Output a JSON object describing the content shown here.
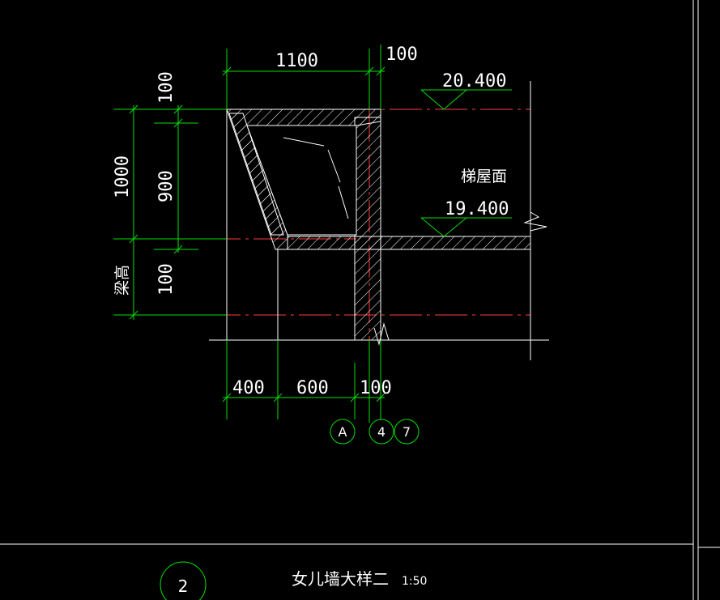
{
  "dimensions": {
    "top_width": "1100",
    "top_right": "100",
    "left_overall": "1000",
    "left_cap": "100",
    "left_inner": "900",
    "left_lower": "100",
    "beam_label": "梁高",
    "bottom_1": "400",
    "bottom_2": "600",
    "bottom_3": "100"
  },
  "elevations": {
    "upper": "20.400",
    "lower": "19.400"
  },
  "labels": {
    "roof": "梯屋面"
  },
  "axes": [
    "A",
    "4",
    "7"
  ],
  "title": {
    "number": "2",
    "text": "女儿墙大样二",
    "scale": "1:50"
  },
  "colors": {
    "background": "#000000",
    "dimension": "#00e000",
    "outline": "#ffffff",
    "axis_line": "#ff3b3b"
  }
}
